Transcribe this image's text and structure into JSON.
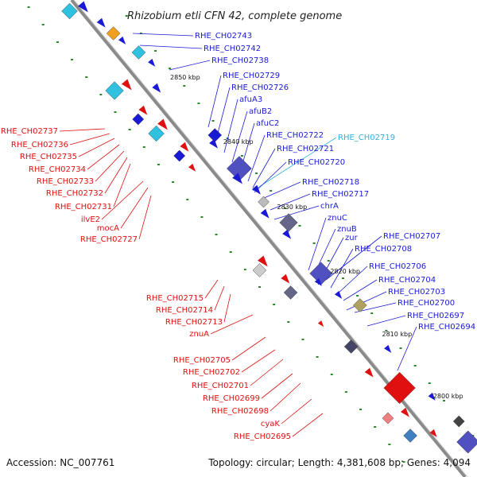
{
  "title": "Rhizobium etli CFN 42, complete genome",
  "accession": "Accession: NC_007761",
  "summary": "Topology: circular; Length: 4,381,608 bp; Genes: 4,094",
  "colors": {
    "backbone": "#888888",
    "plus_strand": "#1a1ad6",
    "minus_strand": "#e01010",
    "highlight": "#30c0e0",
    "tick": "#228822"
  },
  "kbp_marks": [
    "2850 kbp",
    "2840 kbp",
    "2830 kbp",
    "2820 kbp",
    "2810 kbp",
    "2800 kbp"
  ],
  "right_labels": [
    {
      "text": "RHE_CH02743",
      "color": "#1a1ad6"
    },
    {
      "text": "RHE_CH02742",
      "color": "#1a1ad6"
    },
    {
      "text": "RHE_CH02738",
      "color": "#1a1ad6"
    },
    {
      "text": "RHE_CH02729",
      "color": "#1a1ad6"
    },
    {
      "text": "RHE_CH02726",
      "color": "#1a1ad6"
    },
    {
      "text": "afuA3",
      "color": "#1a1ad6"
    },
    {
      "text": "afuB2",
      "color": "#1a1ad6"
    },
    {
      "text": "afuC2",
      "color": "#1a1ad6"
    },
    {
      "text": "RHE_CH02722",
      "color": "#1a1ad6"
    },
    {
      "text": "RHE_CH02719",
      "color": "#30b0e0"
    },
    {
      "text": "RHE_CH02721",
      "color": "#1a1ad6"
    },
    {
      "text": "RHE_CH02720",
      "color": "#1a1ad6"
    },
    {
      "text": "RHE_CH02718",
      "color": "#1a1ad6"
    },
    {
      "text": "RHE_CH02717",
      "color": "#1a1ad6"
    },
    {
      "text": "chrA",
      "color": "#1a1ad6"
    },
    {
      "text": "znuC",
      "color": "#1a1ad6"
    },
    {
      "text": "znuB",
      "color": "#1a1ad6"
    },
    {
      "text": "zur",
      "color": "#1a1ad6"
    },
    {
      "text": "RHE_CH02707",
      "color": "#1a1ad6"
    },
    {
      "text": "RHE_CH02708",
      "color": "#1a1ad6"
    },
    {
      "text": "RHE_CH02706",
      "color": "#1a1ad6"
    },
    {
      "text": "RHE_CH02704",
      "color": "#1a1ad6"
    },
    {
      "text": "RHE_CH02703",
      "color": "#1a1ad6"
    },
    {
      "text": "RHE_CH02700",
      "color": "#1a1ad6"
    },
    {
      "text": "RHE_CH02697",
      "color": "#1a1ad6"
    },
    {
      "text": "RHE_CH02694",
      "color": "#1a1ad6"
    }
  ],
  "left_labels": [
    {
      "text": "RHE_CH02737",
      "color": "#e01010"
    },
    {
      "text": "RHE_CH02736",
      "color": "#e01010"
    },
    {
      "text": "RHE_CH02735",
      "color": "#e01010"
    },
    {
      "text": "RHE_CH02734",
      "color": "#e01010"
    },
    {
      "text": "RHE_CH02733",
      "color": "#e01010"
    },
    {
      "text": "RHE_CH02732",
      "color": "#e01010"
    },
    {
      "text": "RHE_CH02731",
      "color": "#e01010"
    },
    {
      "text": "ilvE2",
      "color": "#e01010"
    },
    {
      "text": "mocA",
      "color": "#e01010"
    },
    {
      "text": "RHE_CH02727",
      "color": "#e01010"
    },
    {
      "text": "RHE_CH02715",
      "color": "#e01010"
    },
    {
      "text": "RHE_CH02714",
      "color": "#e01010"
    },
    {
      "text": "RHE_CH02713",
      "color": "#e01010"
    },
    {
      "text": "znuA",
      "color": "#e01010"
    },
    {
      "text": "RHE_CH02705",
      "color": "#e01010"
    },
    {
      "text": "RHE_CH02702",
      "color": "#e01010"
    },
    {
      "text": "RHE_CH02701",
      "color": "#e01010"
    },
    {
      "text": "RHE_CH02699",
      "color": "#e01010"
    },
    {
      "text": "RHE_CH02698",
      "color": "#e01010"
    },
    {
      "text": "cyaK",
      "color": "#e01010"
    },
    {
      "text": "RHE_CH02695",
      "color": "#e01010"
    }
  ]
}
